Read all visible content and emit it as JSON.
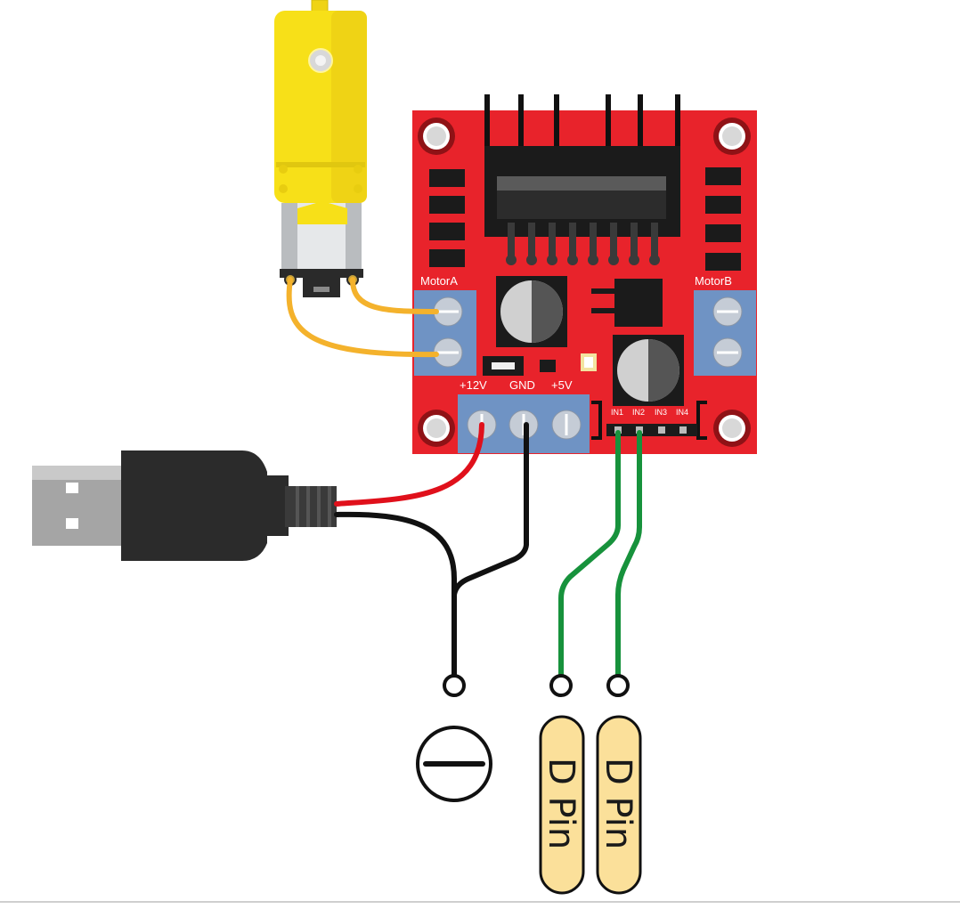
{
  "board": {
    "motor_a_label": "MotorA",
    "motor_b_label": "MotorB",
    "power_labels": [
      "+12V",
      "GND",
      "+5V"
    ],
    "input_labels": [
      "IN1",
      "IN2",
      "IN3",
      "IN4"
    ]
  },
  "terminals": {
    "pin_labels": [
      "D Pin",
      "D Pin"
    ]
  },
  "colors": {
    "board": "#e8232b",
    "terminal_block": "#6f93c4",
    "motor_body": "#f7e018",
    "wire_motor": "#f4b22c",
    "wire_power": "#e0101b",
    "wire_ground": "#111111",
    "wire_signal": "#17923c",
    "pin_tag": "#fbe09a"
  },
  "icons": [
    "dc-motor-icon",
    "usb-plug-icon",
    "ground-symbol-icon",
    "heatsink-icon"
  ]
}
